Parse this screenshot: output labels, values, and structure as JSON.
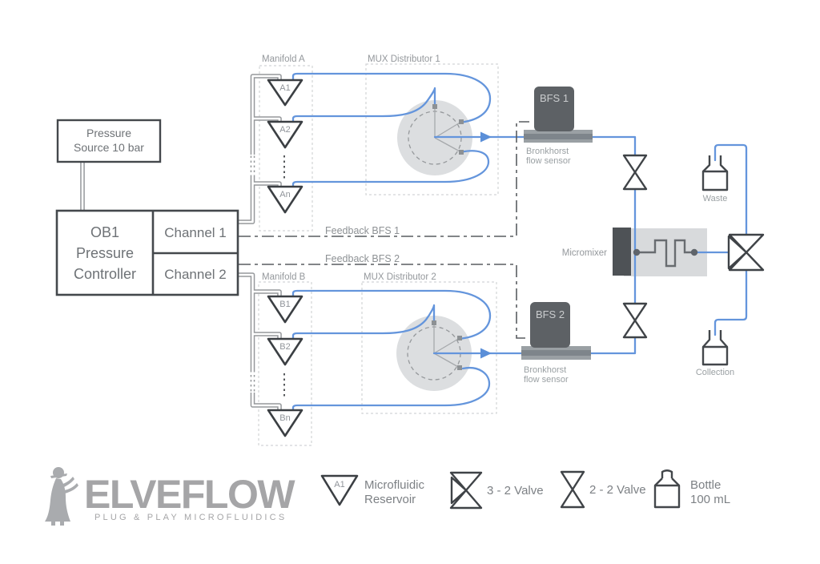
{
  "colors": {
    "fluid_blue": "#6495DC",
    "pneumatic_gray": "#95989b",
    "outline_dark": "#3b3f43",
    "label_gray": "#94989c",
    "box_text_gray": "#6e7276",
    "sensor_body_gray": "#5d6165",
    "logo_gray": "#a5a5a7"
  },
  "pressure_source": {
    "line1": "Pressure",
    "line2": "Source 10 bar"
  },
  "controller": {
    "line1": "OB1",
    "line2": "Pressure",
    "line3": "Controller",
    "channel1": "Channel 1",
    "channel2": "Channel 2"
  },
  "manifold_a": {
    "label": "Manifold A",
    "reservoirs": [
      "A1",
      "A2",
      "An"
    ]
  },
  "manifold_b": {
    "label": "Manifold B",
    "reservoirs": [
      "B1",
      "B2",
      "Bn"
    ]
  },
  "mux1": {
    "label": "MUX Distributor 1"
  },
  "mux2": {
    "label": "MUX Distributor 2"
  },
  "feedback": {
    "bfs1": "Feedback BFS 1",
    "bfs2": "Feedback BFS 2"
  },
  "sensors": {
    "bfs1": "BFS 1",
    "bfs2": "BFS 2",
    "caption_line1": "Bronkhorst",
    "caption_line2": "flow sensor"
  },
  "micromixer": {
    "label": "Micromixer"
  },
  "outputs": {
    "waste": "Waste",
    "collection": "Collection"
  },
  "legend": {
    "reservoir_tag": "A1",
    "reservoir_line1": "Microfluidic",
    "reservoir_line2": "Reservoir",
    "valve32": "3 - 2 Valve",
    "valve22": "2 - 2 Valve",
    "bottle_line1": "Bottle",
    "bottle_line2": "100 mL"
  },
  "logo": {
    "name": "ELVEFLOW",
    "tagline": "PLUG & PLAY MICROFLUIDICS"
  }
}
